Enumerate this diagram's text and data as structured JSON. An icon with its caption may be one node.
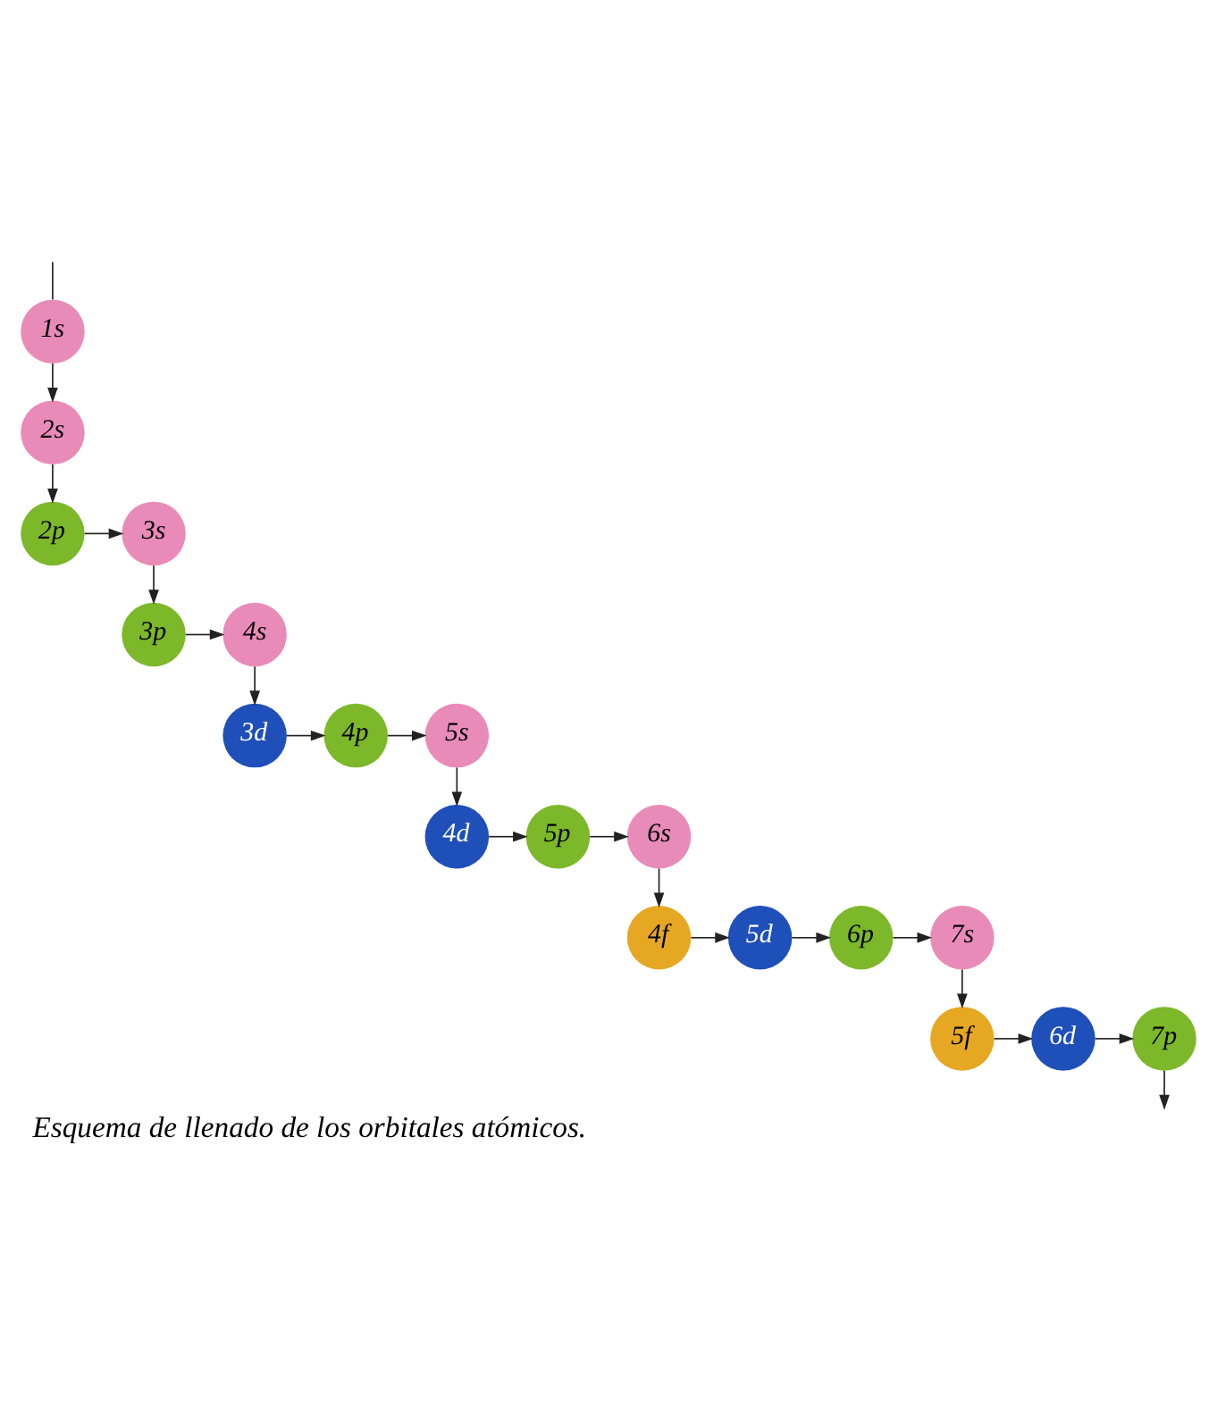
{
  "diagram": {
    "caption": "Esquema de llenado de los orbitales atómicos.",
    "nodes": [
      {
        "text": [
          "1s"
        ]
      },
      {
        "text": [
          "2s"
        ]
      },
      {
        "text": [
          "2p"
        ]
      },
      {
        "text": [
          "3s"
        ]
      },
      {
        "text": [
          "3p"
        ]
      },
      {
        "text": [
          "4s"
        ]
      },
      {
        "text": [
          "3d"
        ]
      },
      {
        "text": [
          "4p"
        ]
      },
      {
        "text": [
          "5s"
        ]
      },
      {
        "text": [
          "4d"
        ]
      },
      {
        "text": [
          "5p"
        ]
      },
      {
        "text": [
          "6s"
        ]
      },
      {
        "text": [
          "4f"
        ]
      },
      {
        "text": [
          "5d"
        ]
      },
      {
        "text": [
          "6p"
        ]
      },
      {
        "text": [
          "7s"
        ]
      },
      {
        "text": [
          "5f"
        ]
      },
      {
        "text": [
          "6d"
        ]
      },
      {
        "text": [
          "7p"
        ]
      }
    ],
    "edges": [
      {
        "from": null,
        "to": 0,
        "arrow": "none"
      },
      {
        "from": 0,
        "to": 1,
        "arrow": "to"
      },
      {
        "from": 1,
        "to": 2,
        "arrow": "to"
      },
      {
        "from": 2,
        "to": 3,
        "arrow": "to"
      },
      {
        "from": 3,
        "to": 4,
        "arrow": "to"
      },
      {
        "from": 4,
        "to": 5,
        "arrow": "to"
      },
      {
        "from": 5,
        "to": 6,
        "arrow": "to"
      },
      {
        "from": 6,
        "to": 7,
        "arrow": "to"
      },
      {
        "from": 7,
        "to": 8,
        "arrow": "to"
      },
      {
        "from": 8,
        "to": 9,
        "arrow": "to"
      },
      {
        "from": 9,
        "to": 10,
        "arrow": "to"
      },
      {
        "from": 10,
        "to": 11,
        "arrow": "to"
      },
      {
        "from": 11,
        "to": 12,
        "arrow": "to"
      },
      {
        "from": 12,
        "to": 13,
        "arrow": "to"
      },
      {
        "from": 13,
        "to": 14,
        "arrow": "to"
      },
      {
        "from": 14,
        "to": 15,
        "arrow": "to"
      },
      {
        "from": 15,
        "to": 16,
        "arrow": "to"
      },
      {
        "from": 16,
        "to": 17,
        "arrow": "to"
      },
      {
        "from": 17,
        "to": 18,
        "arrow": "to"
      },
      {
        "from": 18,
        "to": null,
        "arrow": "to"
      }
    ]
  }
}
